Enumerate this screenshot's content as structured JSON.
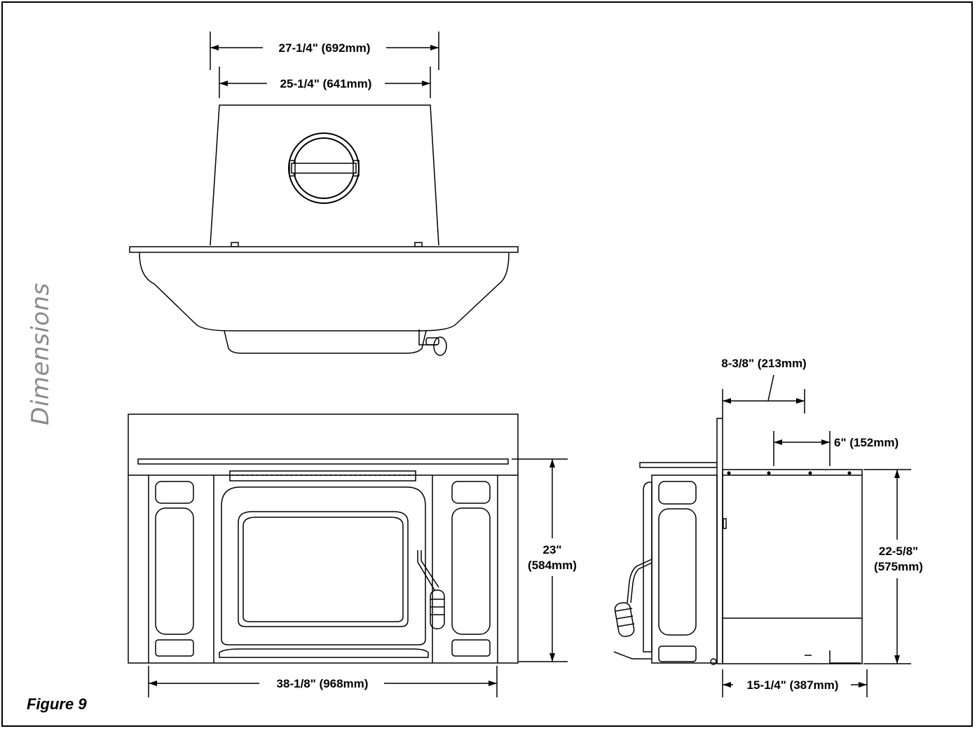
{
  "section_title": "Dimensions",
  "caption": "Figure 9",
  "dimensions": {
    "top_outer_width": "27-1/4\" (692mm)",
    "top_inner_width": "25-1/4\" (641mm)",
    "front_height_in": "23\"",
    "front_height_mm": "(584mm)",
    "front_width": "38-1/8\" (968mm)",
    "side_top_depth": "8-3/8\" (213mm)",
    "side_offset": "6\" (152mm)",
    "side_height_in": "22-5/8\"",
    "side_height_mm": "(575mm)",
    "side_depth": "15-1/4\" (387mm)"
  }
}
